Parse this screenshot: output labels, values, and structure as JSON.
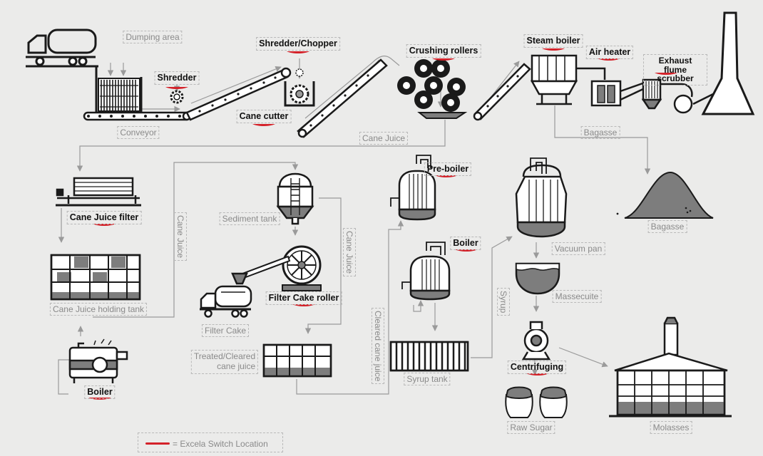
{
  "colors": {
    "accent_red": "#d4222a",
    "ink": "#1a1a1a",
    "fill_gray": "#7d7d7d",
    "flow_gray": "#9a9a9a",
    "background": "#ebebea"
  },
  "labels": {
    "dumping_area": "Dumping area",
    "shredder": "Shredder",
    "shredder_chopper": "Shredder/Chopper",
    "cane_cutter": "Cane cutter",
    "conveyor": "Conveyor",
    "crushing_rollers": "Crushing rollers",
    "cane_juice_flow": "Cane Juice",
    "steam_boiler": "Steam boiler",
    "air_heater": "Air heater",
    "exhaust_scrubber": "Exhaust flume scrubber",
    "bagasse_flow": "Bagasse",
    "bagasse": "Bagasse",
    "cane_juice_filter": "Cane Juice filter",
    "cane_juice_holding_tank": "Cane Juice holding tank",
    "boiler_left": "Boiler",
    "cane_juice_vertical": "Cane Juice",
    "sediment_tank": "Sediment tank",
    "cane_juice_vertical_2": "Cane Juice",
    "filter_cake_roller": "Filter Cake roller",
    "filter_cake": "Filter Cake",
    "treated_line1": "Treated/Cleared",
    "treated_line2": "cane juice",
    "pre_boiler": "Pre-boiler",
    "boiler_right": "Boiler",
    "cleared_cane_juice": "Cleared cane juice",
    "syrup_tank": "Syrup tank",
    "syrup": "Syrup",
    "vacuum_pan": "Vacuum pan",
    "massecuite": "Massecuite",
    "centrifuging": "Centrifuging",
    "raw_sugar": "Raw Sugar",
    "molasses": "Molasses"
  },
  "legend": {
    "text": "= Excela Switch Location"
  }
}
